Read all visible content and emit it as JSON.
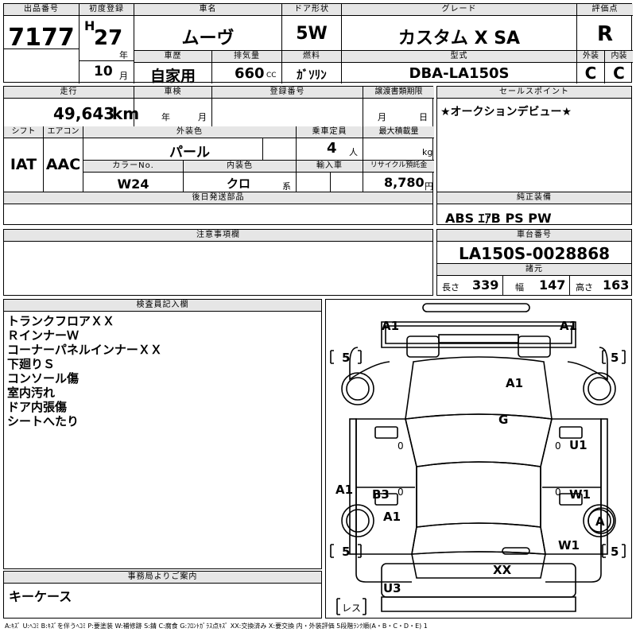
{
  "header": {
    "lot_label": "出品番号",
    "lot_no": "7177",
    "first_reg_label": "初度登録",
    "era": "H",
    "year": "27",
    "year_unit": "年",
    "month": "10",
    "month_unit": "月",
    "car_name_label": "車名",
    "car_name": "ムーヴ",
    "door_label": "ドア形状",
    "door": "5W",
    "grade_label": "グレード",
    "grade": "カスタム X SA",
    "score_label": "評価点",
    "score": "R",
    "history_label": "車歴",
    "history": "自家用",
    "displacement_label": "排気量",
    "displacement": "660",
    "displacement_unit": "CC",
    "fuel_label": "燃料",
    "fuel": "ｶﾞｿﾘﾝ",
    "model_label": "型式",
    "model": "DBA-LA150S",
    "ext_label": "外装",
    "ext": "C",
    "int_label": "内装",
    "int": "C"
  },
  "mid": {
    "mileage_label": "走行",
    "mileage": "49,643",
    "mileage_unit": "km",
    "inspection_label": "車検",
    "insp_year_unit": "年",
    "insp_month_unit": "月",
    "reg_no_label": "登録番号",
    "transfer_label": "譲渡書類期限",
    "transfer_month_unit": "月",
    "transfer_day_unit": "日",
    "shift_label": "シフト",
    "shift": "IAT",
    "ac_label": "エアコン",
    "ac": "AAC",
    "ext_color_label": "外装色",
    "ext_color": "パール",
    "capacity_label": "乗車定員",
    "capacity": "4",
    "capacity_unit": "人",
    "max_load_label": "最大積載量",
    "max_load_unit": "kg",
    "color_no_label": "カラーNo.",
    "color_no": "W24",
    "int_color_label": "内装色",
    "int_color": "クロ",
    "int_color_unit": "系",
    "import_label": "輸入車",
    "recycle_label": "リサイクル預託金",
    "recycle": "8,780",
    "recycle_unit": "円",
    "later_parts_label": "後日発送部品",
    "notes_label": "注意事項欄"
  },
  "right": {
    "sales_label": "セールスポイント",
    "sales_text": "★オークションデビュー★",
    "equip_label": "純正装備",
    "equip": "ABS ｴｱB PS PW",
    "chassis_label": "車台番号",
    "chassis": "LA150S-0028868",
    "dims_label": "諸元",
    "length_label": "長さ",
    "length": "339",
    "width_label": "幅",
    "width": "147",
    "height_label": "高さ",
    "height": "163"
  },
  "inspector": {
    "label": "検査員記入欄",
    "lines": [
      "トランクフロアＸＸ",
      "ＲインナーＷ",
      "コーナーパネルインナーＸＸ",
      "下廻りＳ",
      "コンソール傷",
      "室内汚れ",
      "ドア内張傷",
      "シートへたり"
    ]
  },
  "office": {
    "label": "事務局よりご案内",
    "text": "キーケース"
  },
  "diagram": {
    "marks": {
      "a1_tl": "A1",
      "a1_tr": "A1",
      "a1_hood": "A1",
      "g_glass": "G",
      "u1_rdoor": "U1",
      "w1_rdoor": "W1",
      "a1_lside": "A1",
      "b3_ldoor": "B3",
      "a1_ldoor": "A1",
      "a_rtire": "A",
      "w1_rrear": "W1",
      "xx_rear": "XX",
      "u3_rear": "U3",
      "tire_tl": "5",
      "tire_tr": "5",
      "tire_bl": "5",
      "tire_br": "5",
      "zero_l": "0",
      "zero_r": "0",
      "zero_l2": "0",
      "zero_r2": "0",
      "less": "レス"
    }
  },
  "legend": "A:ｷｽﾞ U:ﾍｺﾐ B:ｷｽﾞを伴うﾍｺﾐ P:要塗装 W:補修跡 S:錆 C:腐食 G:ﾌﾛﾝﾄｶﾞﾗｽ点ｷｽﾞ XX:交換済み X:要交換 内・外装評価 5段階ﾗﾝｸ順(A・B・C・D・E) 1"
}
